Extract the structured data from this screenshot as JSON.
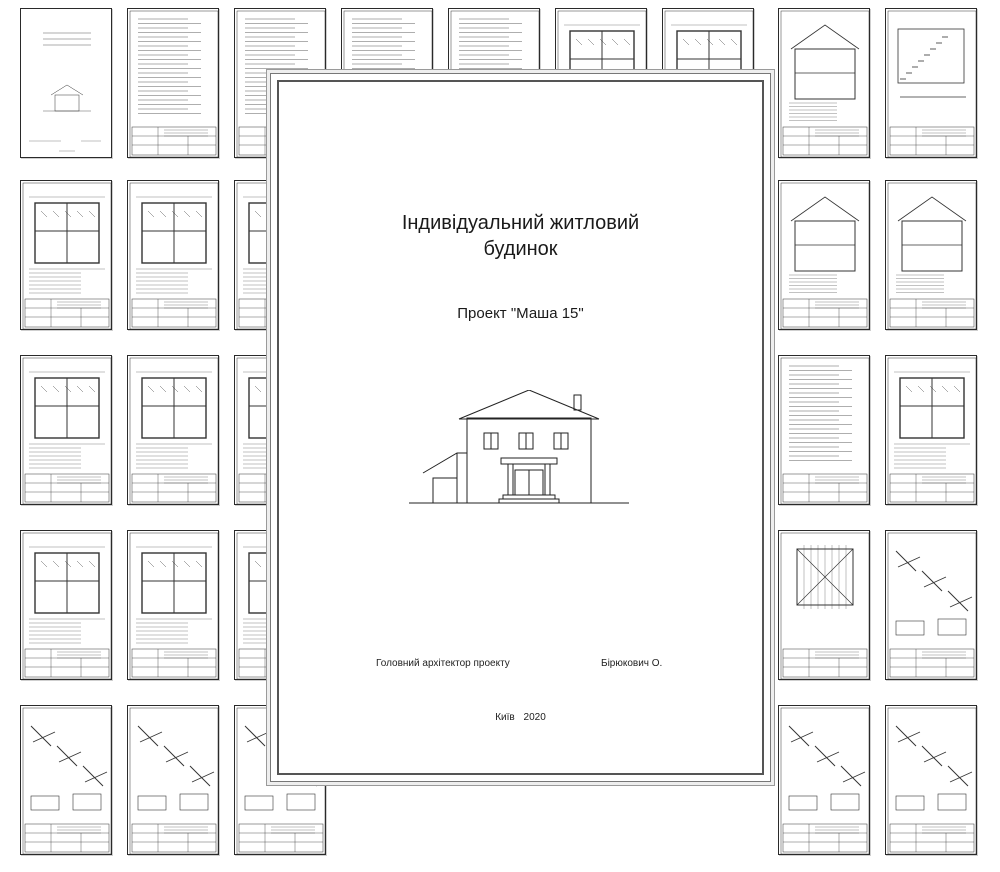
{
  "document": {
    "title_line1": "Індивідуальний житловий",
    "title_line2": "будинок",
    "project_name": "Проект \"Маша 15\"",
    "architect_label": "Головний архітектор проекту",
    "architect_name": "Бірюкович О.",
    "city": "Київ",
    "year": "2020"
  },
  "thumbnail_types": [
    "cover",
    "text",
    "text",
    "text",
    "text",
    "plan",
    "plan",
    "section",
    "stairs",
    "plan",
    "plan",
    "plan",
    "section",
    "section",
    "plan",
    "plan",
    "plan",
    "text",
    "plan",
    "plan",
    "plan",
    "plan",
    "roof",
    "details",
    "details",
    "details",
    "details",
    "details",
    "details",
    "details",
    "table",
    "plan"
  ]
}
